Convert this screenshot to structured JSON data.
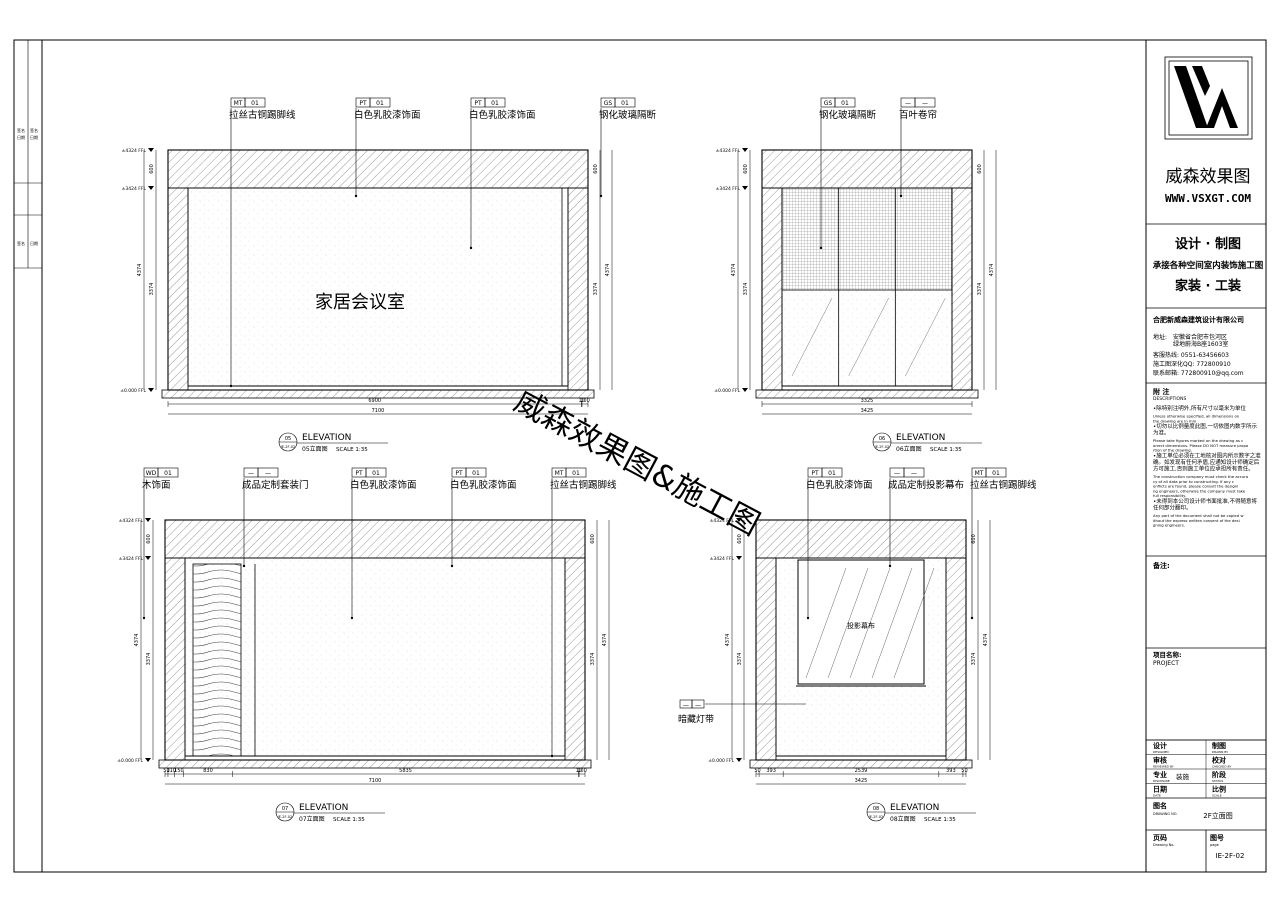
{
  "elevations": [
    {
      "id": "e05",
      "callouts": [
        {
          "code": "MT",
          "num": "01",
          "label": "拉丝古铜踢脚线"
        },
        {
          "code": "PT",
          "num": "01",
          "label": "白色乳胶漆饰面"
        },
        {
          "code": "PT",
          "num": "01",
          "label": "白色乳胶漆饰面"
        },
        {
          "code": "GS",
          "num": "01",
          "label": "钢化玻璃隔断"
        }
      ],
      "room_label": "家居会议室",
      "dims_left": [
        "600",
        "3374",
        "4374"
      ],
      "dims_right": [
        "600",
        "3374",
        "4374"
      ],
      "levels": [
        "±4324 FFL",
        "±3424 FFL",
        "±0.000 FFL"
      ],
      "dims_bottom": [
        "6900",
        "10",
        "100"
      ],
      "dim_total": "7100",
      "title": "ELEVATION",
      "subtitle": "05立面图",
      "scale": "SCALE  1:35",
      "bubble_num": "05",
      "bubble_sheet": "IE-2F-02"
    },
    {
      "id": "e06",
      "callouts": [
        {
          "code": "GS",
          "num": "01",
          "label": "钢化玻璃隔断"
        },
        {
          "code": "—",
          "num": "—",
          "label": "百叶卷帘"
        }
      ],
      "dims_left": [
        "600",
        "3374",
        "4374"
      ],
      "dims_right": [
        "600",
        "3374",
        "4374"
      ],
      "levels": [
        "±4324 FFL",
        "±3424 FFL",
        "±0.000 FFL"
      ],
      "dims_bottom": [
        "3325"
      ],
      "dim_total": "3425",
      "title": "ELEVATION",
      "subtitle": "06立面图",
      "scale": "SCALE  1:35",
      "bubble_num": "06",
      "bubble_sheet": "IE-2F-02"
    },
    {
      "id": "e07",
      "callouts": [
        {
          "code": "WD",
          "num": "01",
          "label": "木饰面"
        },
        {
          "code": "—",
          "num": "—",
          "label": "成品定制套装门"
        },
        {
          "code": "PT",
          "num": "01",
          "label": "白色乳胶漆饰面"
        },
        {
          "code": "PT",
          "num": "01",
          "label": "白色乳胶漆饰面"
        },
        {
          "code": "MT",
          "num": "01",
          "label": "拉丝古铜踢脚线"
        }
      ],
      "dims_left": [
        "600",
        "3374",
        "4374"
      ],
      "dims_right": [
        "600",
        "3374",
        "4374"
      ],
      "levels": [
        "±4324 FFL",
        "±3424 FFL",
        "±0.000 FFL"
      ],
      "dims_bottom": [
        "50",
        "110",
        "150",
        "830",
        "5835",
        "10",
        "100"
      ],
      "dim_total": "7100",
      "title": "ELEVATION",
      "subtitle": "07立面图",
      "scale": "SCALE  1:35",
      "bubble_num": "07",
      "bubble_sheet": "IE-2F-02"
    },
    {
      "id": "e08",
      "callouts": [
        {
          "code": "PT",
          "num": "01",
          "label": "白色乳胶漆饰面"
        },
        {
          "code": "—",
          "num": "—",
          "label": "成品定制投影幕布"
        },
        {
          "code": "MT",
          "num": "01",
          "label": "拉丝古铜踢脚线"
        }
      ],
      "extra_callout": {
        "code": "—",
        "num": "—",
        "label": "暗藏灯带"
      },
      "screen_label": "投影幕布",
      "dims_left": [
        "600",
        "3374",
        "4374"
      ],
      "dims_right": [
        "600",
        "3374",
        "4374"
      ],
      "levels": [
        "±4324 FFL",
        "±3424 FFL",
        "±0.000 FFL"
      ],
      "dims_bottom": [
        "50",
        "393",
        "2539",
        "393",
        "50"
      ],
      "dim_total": "3425",
      "title": "ELEVATION",
      "subtitle": "08立面图",
      "scale": "SCALE  1:35",
      "bubble_num": "08",
      "bubble_sheet": "IE-2F-02"
    }
  ],
  "watermark": "威森效果图&施工图",
  "titleblock": {
    "brand": "威森效果图",
    "url": "WWW.VSXGT.COM",
    "service1": "设计 · 制图",
    "service2": "承接各种空间室内装饰施工图",
    "service3": "家装 · 工装",
    "company": "合肥新威森建筑设计有限公司",
    "address_label": "地址:",
    "address_1": "安徽省合肥市包河区",
    "address_2": "绿地蔚海B座1603室",
    "phone": "客服热线: 0551-63456603",
    "wechat": "施工图深化QQ: 772800910",
    "email": "联系邮箱: 772800910@qq.com",
    "notes_title": "附 注",
    "notes_en": "DESCRIPTIONS",
    "notes": [
      "•除特别注明外,所有尺寸以毫米为单位",
      "Unless otherwise specified, all dimensions on the drawing are in mm",
      "•切勿以比例量度此图,一切依图内数字所示为准。",
      "Please take figures marked on the drawing as correct dimensions. Please DO NOT measure proportion of the drawing.",
      "•施工单位必须在工地核对图内所示数字之准确。如发现有任何矛盾,应通知设计师确定后方可施工,否则施工单位应承担所有责任。",
      "The construction company must check the accuracy of all data prior to constructing. If any conflicts are found, please consult the designing engineers, otherwise the company must take full responsibility.",
      "•未得到本公司设计师书面批准,不得随意将任何部分翻印。",
      "Any part of the document shall not be copied without the express written consent of the designing engineers."
    ],
    "remarks": "备注:",
    "project_label": "项目名称:",
    "project_en": "PROJECT",
    "rows": [
      {
        "l": "设计",
        "l_en": "DESIGNED",
        "r": "制图",
        "r_en": "DRAWN BY",
        "v": ""
      },
      {
        "l": "审核",
        "l_en": "REVIEWED BY",
        "r": "校对",
        "r_en": "CHECKED BY",
        "v": ""
      },
      {
        "l": "专业",
        "l_en": "DISCIPLINE",
        "mid": "装施",
        "r": "阶段",
        "r_en": "STATUS",
        "v": ""
      },
      {
        "l": "日期",
        "l_en": "DATE",
        "r": "比例",
        "r_en": "SCALE",
        "v": ""
      }
    ],
    "drawing_name_label": "图名",
    "drawing_name_en": "DRAWING NO.",
    "drawing_name": "2F立面图",
    "page_label": "页码",
    "page_en": "Drawing No.",
    "sheet_label": "图号",
    "sheet_en": "page",
    "sheet_no": "IE-2F-02"
  }
}
